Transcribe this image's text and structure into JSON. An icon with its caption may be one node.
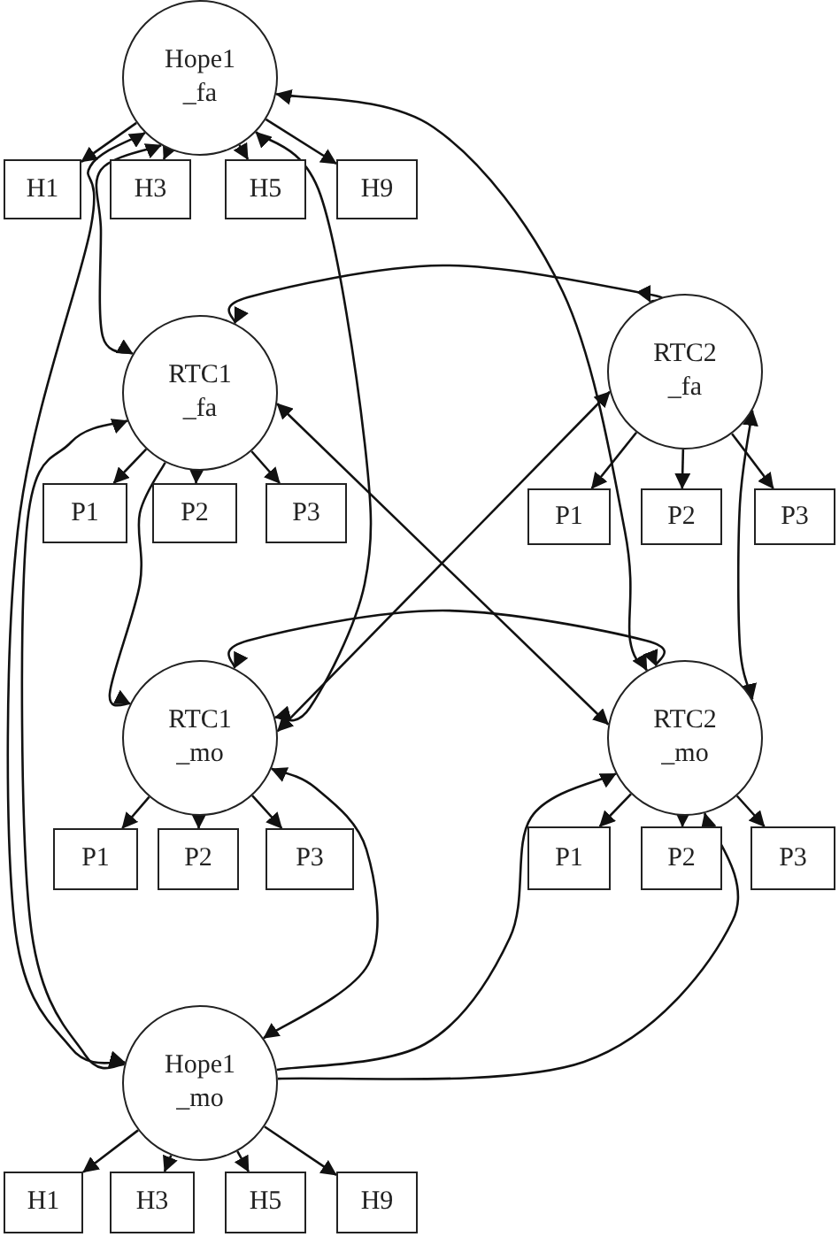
{
  "diagram": {
    "nodes": [
      {
        "text": [
          "Hope1 _fa"
        ]
      },
      {
        "text": [
          "H1"
        ]
      },
      {
        "text": [
          "H3"
        ]
      },
      {
        "text": [
          "H5"
        ]
      },
      {
        "text": [
          "H9"
        ]
      },
      {
        "text": [
          "RTC1 _fa"
        ]
      },
      {
        "text": [
          "P1"
        ]
      },
      {
        "text": [
          "P2"
        ]
      },
      {
        "text": [
          "P3"
        ]
      },
      {
        "text": [
          "RTC2 _fa"
        ]
      },
      {
        "text": [
          "P1"
        ]
      },
      {
        "text": [
          "P2"
        ]
      },
      {
        "text": [
          "P3"
        ]
      },
      {
        "text": [
          "RTC1 _mo"
        ]
      },
      {
        "text": [
          "P1"
        ]
      },
      {
        "text": [
          "P2"
        ]
      },
      {
        "text": [
          "P3"
        ]
      },
      {
        "text": [
          "RTC2 _mo"
        ]
      },
      {
        "text": [
          "P1"
        ]
      },
      {
        "text": [
          "P2"
        ]
      },
      {
        "text": [
          "P3"
        ]
      },
      {
        "text": [
          "Hope1 _mo"
        ]
      },
      {
        "text": [
          "H1"
        ]
      },
      {
        "text": [
          "H3"
        ]
      },
      {
        "text": [
          "H5"
        ]
      },
      {
        "text": [
          "H9"
        ]
      }
    ],
    "edges": [
      {
        "from": 0,
        "to": 1,
        "arrow": "to"
      },
      {
        "from": 0,
        "to": 2,
        "arrow": "to"
      },
      {
        "from": 0,
        "to": 3,
        "arrow": "to"
      },
      {
        "from": 0,
        "to": 4,
        "arrow": "to"
      },
      {
        "from": 5,
        "to": 6,
        "arrow": "to"
      },
      {
        "from": 5,
        "to": 7,
        "arrow": "to"
      },
      {
        "from": 5,
        "to": 8,
        "arrow": "to"
      },
      {
        "from": 9,
        "to": 10,
        "arrow": "to"
      },
      {
        "from": 9,
        "to": 11,
        "arrow": "to"
      },
      {
        "from": 9,
        "to": 12,
        "arrow": "to"
      },
      {
        "from": 13,
        "to": 14,
        "arrow": "to"
      },
      {
        "from": 13,
        "to": 15,
        "arrow": "to"
      },
      {
        "from": 13,
        "to": 16,
        "arrow": "to"
      },
      {
        "from": 17,
        "to": 18,
        "arrow": "to"
      },
      {
        "from": 17,
        "to": 19,
        "arrow": "to"
      },
      {
        "from": 17,
        "to": 20,
        "arrow": "to"
      },
      {
        "from": 21,
        "to": 22,
        "arrow": "to"
      },
      {
        "from": 21,
        "to": 23,
        "arrow": "to"
      },
      {
        "from": 21,
        "to": 24,
        "arrow": "to"
      },
      {
        "from": 21,
        "to": 25,
        "arrow": "to"
      },
      {
        "from": 0,
        "to": 5,
        "arrow": "both"
      },
      {
        "from": 0,
        "to": 21,
        "arrow": "both"
      },
      {
        "from": 5,
        "to": 21,
        "arrow": "both"
      },
      {
        "from": 5,
        "to": 13,
        "arrow": "to"
      },
      {
        "from": 0,
        "to": 13,
        "arrow": "both"
      },
      {
        "from": 0,
        "to": 17,
        "arrow": "both"
      },
      {
        "from": 5,
        "to": 9,
        "arrow": "both"
      },
      {
        "from": 13,
        "to": 17,
        "arrow": "both"
      },
      {
        "from": 5,
        "to": 17,
        "arrow": "both"
      },
      {
        "from": 9,
        "to": 13,
        "arrow": "both"
      },
      {
        "from": 9,
        "to": 17,
        "arrow": "both"
      },
      {
        "from": 21,
        "to": 13,
        "arrow": "both"
      },
      {
        "from": 21,
        "to": 17,
        "arrow": "to"
      },
      {
        "from": 21,
        "to": 17,
        "arrow": "to"
      }
    ]
  }
}
